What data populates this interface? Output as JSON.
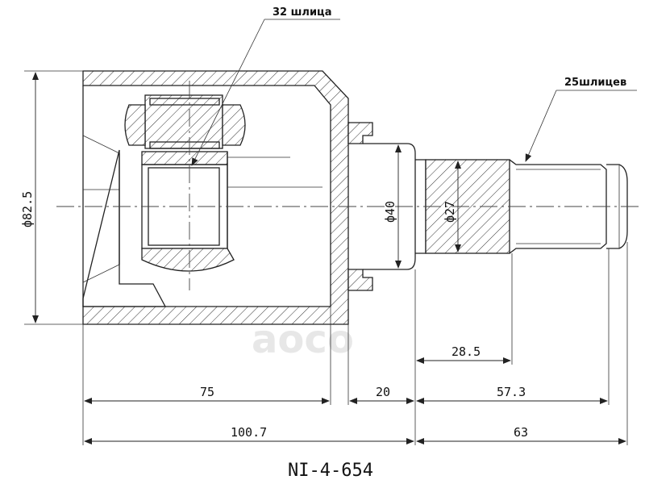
{
  "part_number": "NI-4-654",
  "watermark": "aoco",
  "callouts": {
    "spline_32": "32 шлица",
    "spline_25": "25шлицев"
  },
  "dimensions": {
    "outer_diameter": "ф82.5",
    "neck_diameter": "ф40",
    "shaft_diameter": "ф27",
    "spline_length": "28.5",
    "housing_length": "75",
    "neck_length": "20",
    "shaft_length": "57.3",
    "body_total": "100.7",
    "shaft_total": "63"
  }
}
